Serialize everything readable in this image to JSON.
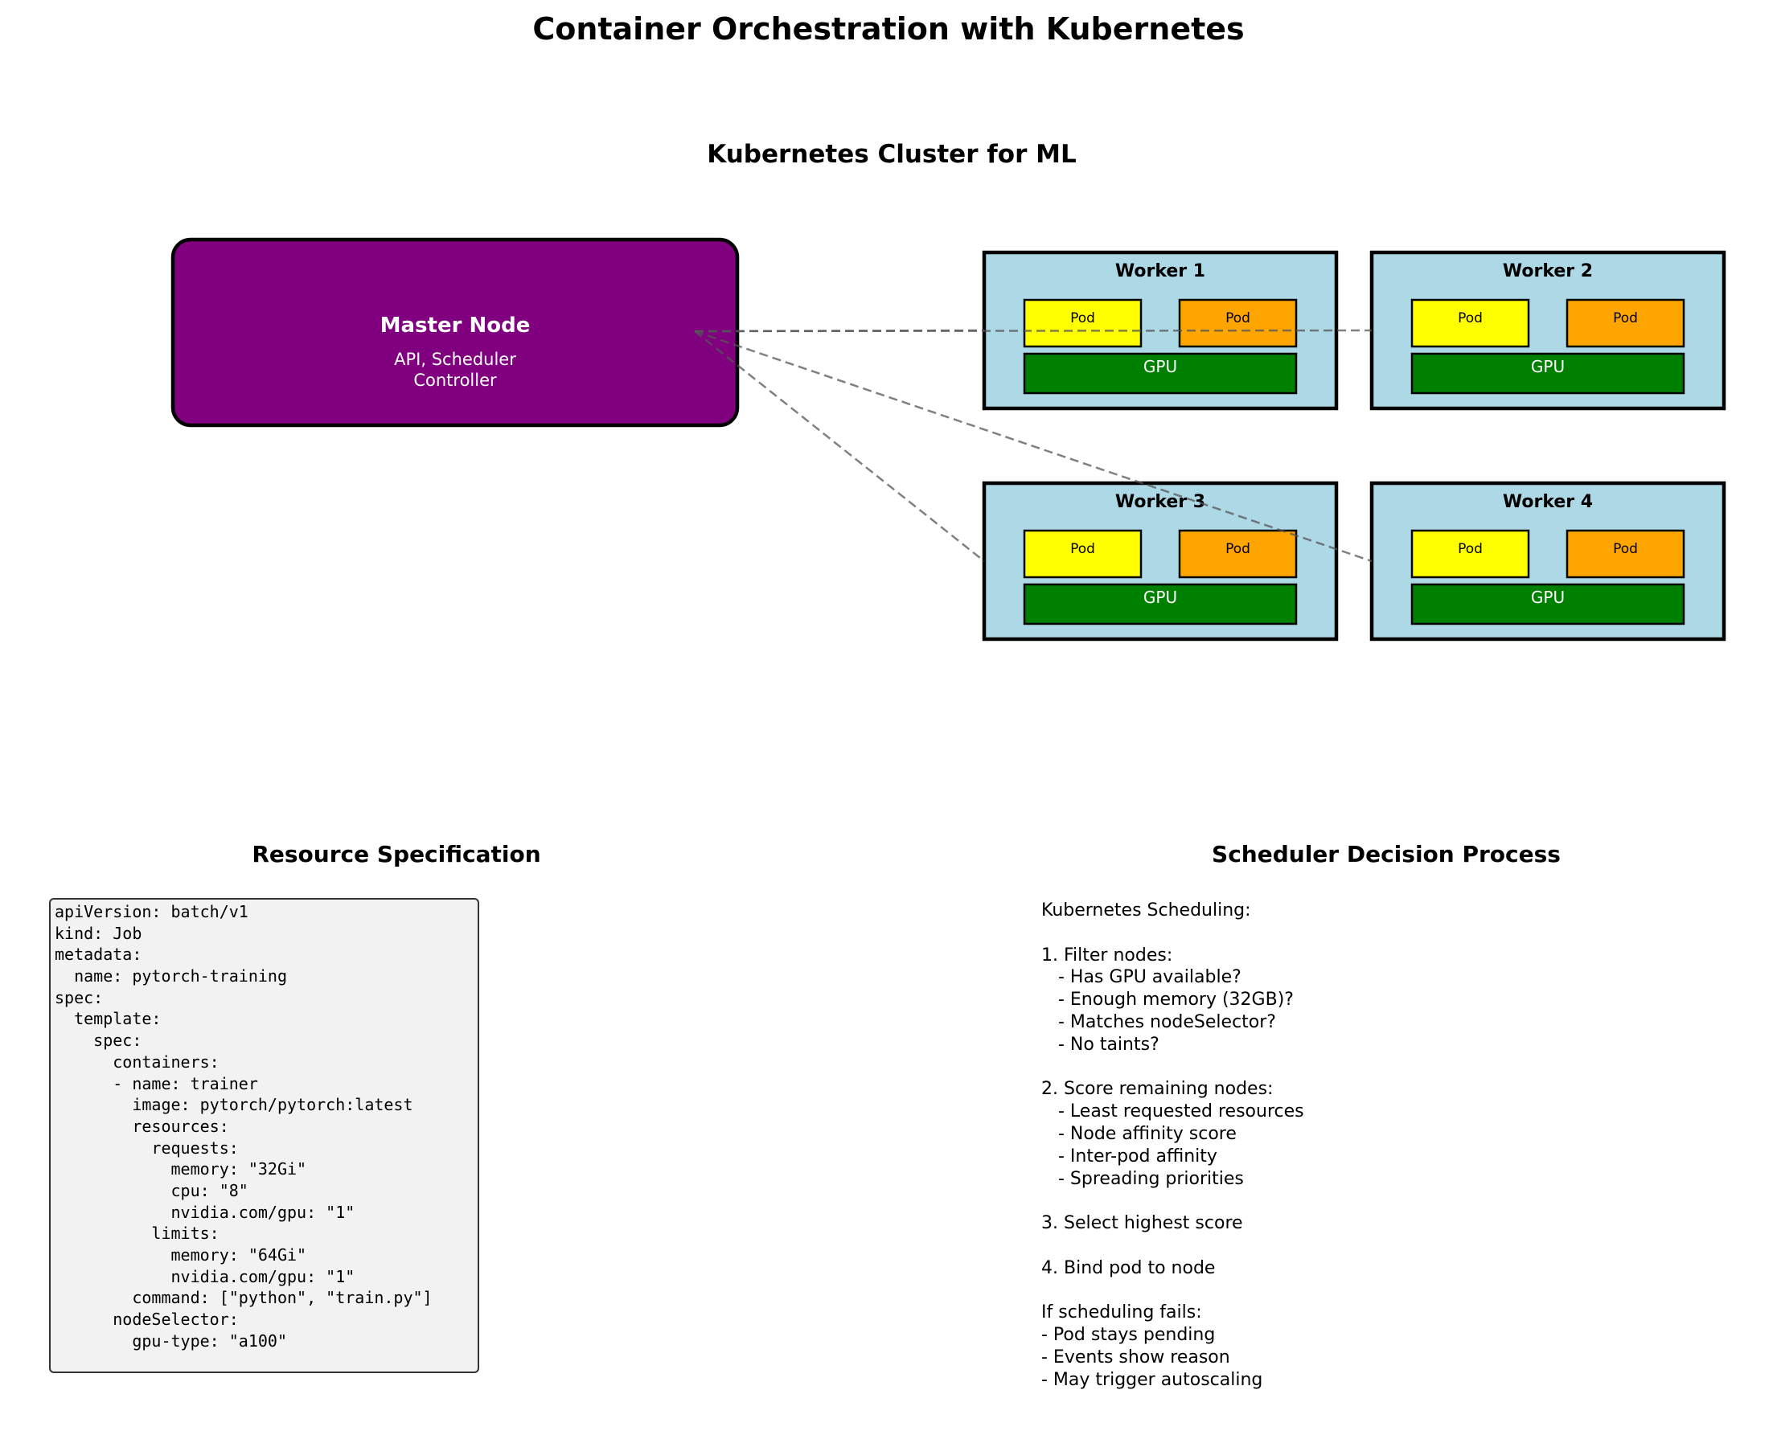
{
  "title": "Container Orchestration with Kubernetes",
  "cluster": {
    "title": "Kubernetes Cluster for ML",
    "master": {
      "title": "Master Node",
      "subtitle_lines": [
        "API, Scheduler",
        "Controller"
      ],
      "color": "#800080"
    },
    "workers": [
      {
        "name": "Worker 1",
        "pods": [
          "Pod",
          "Pod"
        ],
        "gpu": "GPU"
      },
      {
        "name": "Worker 2",
        "pods": [
          "Pod",
          "Pod"
        ],
        "gpu": "GPU"
      },
      {
        "name": "Worker 3",
        "pods": [
          "Pod",
          "Pod"
        ],
        "gpu": "GPU"
      },
      {
        "name": "Worker 4",
        "pods": [
          "Pod",
          "Pod"
        ],
        "gpu": "GPU"
      }
    ],
    "colors": {
      "worker_bg": "#add8e6",
      "pod_1": "#ffff00",
      "pod_2": "#ffa500",
      "gpu": "#008000",
      "connection": "#555555"
    },
    "connections": [
      {
        "from": "Master Node",
        "to": "Worker 1"
      },
      {
        "from": "Master Node",
        "to": "Worker 2"
      },
      {
        "from": "Master Node",
        "to": "Worker 3"
      },
      {
        "from": "Master Node",
        "to": "Worker 4"
      }
    ]
  },
  "resource_spec": {
    "title": "Resource Specification",
    "lines": [
      "apiVersion: batch/v1",
      "kind: Job",
      "metadata:",
      "  name: pytorch-training",
      "spec:",
      "  template:",
      "    spec:",
      "      containers:",
      "      - name: trainer",
      "        image: pytorch/pytorch:latest",
      "        resources:",
      "          requests:",
      "            memory: \"32Gi\"",
      "            cpu: \"8\"",
      "            nvidia.com/gpu: \"1\"",
      "          limits:",
      "            memory: \"64Gi\"",
      "            nvidia.com/gpu: \"1\"",
      "        command: [\"python\", \"train.py\"]",
      "      nodeSelector:",
      "        gpu-type: \"a100\""
    ]
  },
  "scheduler": {
    "title": "Scheduler Decision Process",
    "lines": [
      "Kubernetes Scheduling:",
      "",
      "1. Filter nodes:",
      "   - Has GPU available?",
      "   - Enough memory (32GB)?",
      "   - Matches nodeSelector?",
      "   - No taints?",
      "",
      "2. Score remaining nodes:",
      "   - Least requested resources",
      "   - Node affinity score",
      "   - Inter-pod affinity",
      "   - Spreading priorities",
      "",
      "3. Select highest score",
      "",
      "4. Bind pod to node",
      "",
      "If scheduling fails:",
      "- Pod stays pending",
      "- Events show reason",
      "- May trigger autoscaling"
    ]
  }
}
